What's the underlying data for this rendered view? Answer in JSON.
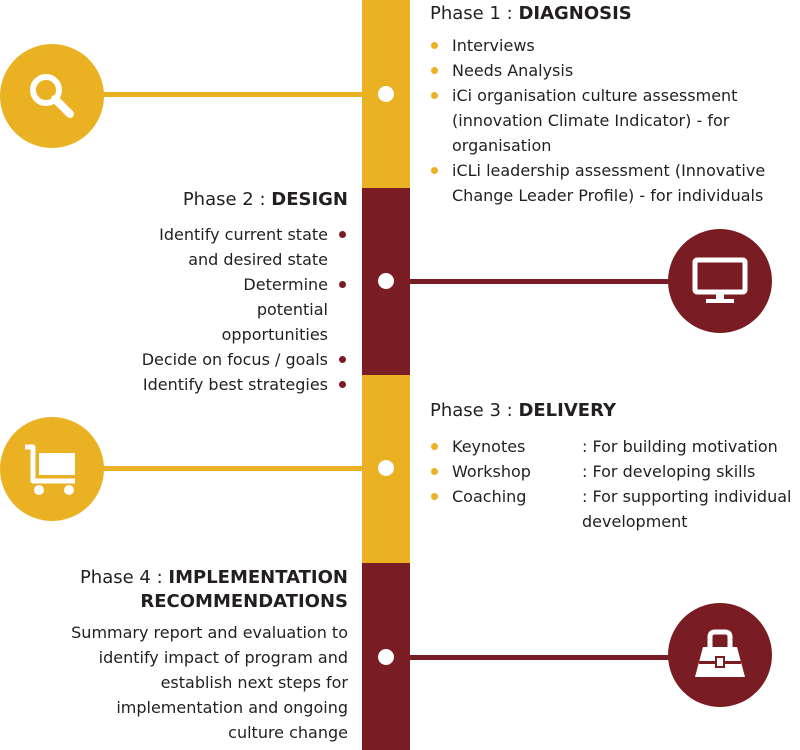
{
  "colors": {
    "gold": "#eab123",
    "maroon": "#7a1c24",
    "white": "#ffffff"
  },
  "phase1": {
    "prefix": "Phase 1 : ",
    "name": "DIAGNOSIS",
    "icon": "search-icon",
    "items": [
      "Interviews",
      "Needs Analysis",
      "iCi organisation culture assessment (innovation Climate Indicator) - for organisation",
      "iCLi leadership assessment (Innovative Change Leader Profile) - for individuals"
    ]
  },
  "phase2": {
    "prefix": "Phase 2 : ",
    "name": "DESIGN",
    "icon": "monitor-icon",
    "items": [
      "Identify current state and desired state",
      "Determine potential opportunities",
      "Decide on focus / goals",
      "Identify best strategies"
    ]
  },
  "phase3": {
    "prefix": "Phase 3 : ",
    "name": "DELIVERY",
    "icon": "shopping-cart-icon",
    "items": [
      {
        "name": "Keynotes",
        "desc": ": For building motivation"
      },
      {
        "name": "Workshop",
        "desc": ": For developing skills"
      },
      {
        "name": "Coaching",
        "desc": ": For supporting individual development"
      }
    ]
  },
  "phase4": {
    "prefix": "Phase 4 : ",
    "name_line1": "IMPLEMENTATION",
    "name_line2": "RECOMMENDATIONS",
    "icon": "briefcase-icon",
    "text": "Summary report and evaluation to identify impact of program and establish next steps for implementation and ongoing culture change"
  }
}
